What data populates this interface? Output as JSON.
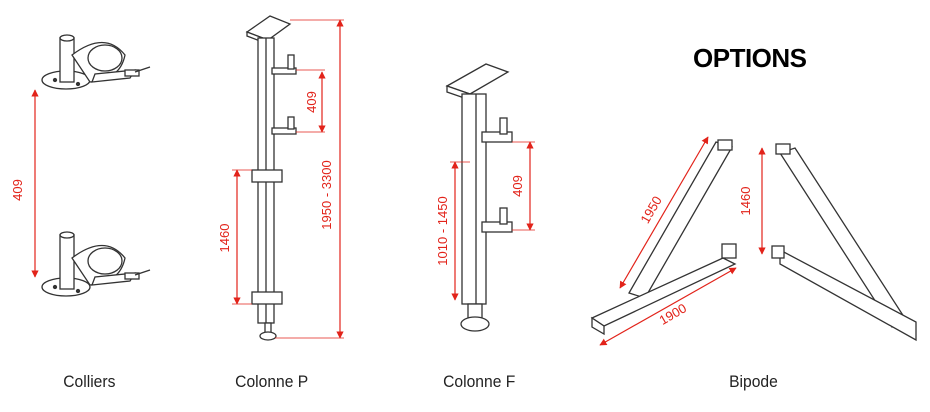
{
  "title": "OPTIONS",
  "items": [
    {
      "caption": "Colliers"
    },
    {
      "caption": "Colonne P"
    },
    {
      "caption": "Colonne F"
    },
    {
      "caption": "Bipode"
    }
  ],
  "dimensions": {
    "colliers_gap": "409",
    "colonne_p_top_gap": "409",
    "colonne_p_mid": "1460",
    "colonne_p_total": "1950 - 3300",
    "colonne_f_height": "1010 - 1450",
    "colonne_f_gap": "409",
    "bipode_leg": "1950",
    "bipode_height": "1460",
    "bipode_base": "1900"
  },
  "colors": {
    "dimension": "#e2231a",
    "line": "#333333"
  }
}
